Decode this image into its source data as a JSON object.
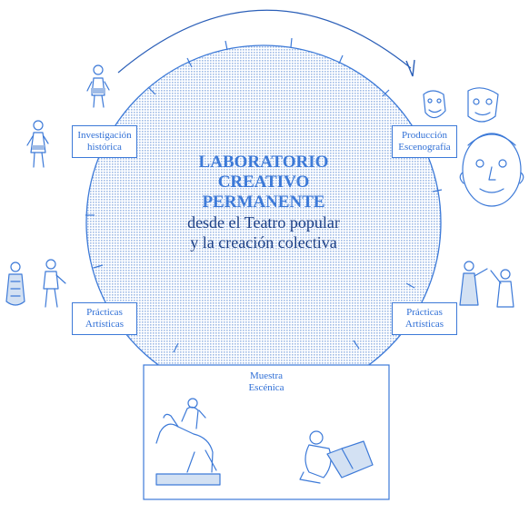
{
  "center": {
    "title_line1": "LABORATORIO",
    "title_line2": "CREATIVO",
    "title_line3": "PERMANENTE",
    "subtitle_line1": "desde el Teatro popular",
    "subtitle_line2": "y la creación colectiva"
  },
  "nodes": {
    "investigacion": {
      "line1": "Investigación",
      "line2": "histórica"
    },
    "produccion": {
      "line1": "Producción",
      "line2": "Escenografía"
    },
    "practicas_left": {
      "line1": "Prácticas",
      "line2": "Artísticas"
    },
    "practicas_right": {
      "line1": "Prácticas",
      "line2": "Artísticas"
    },
    "muestra": {
      "line1": "Muestra",
      "line2": "Escénica"
    }
  },
  "illustrations": [
    "folk-dancer-figure",
    "traditional-costume-figure",
    "carnival-masks",
    "giant-puppet-head",
    "dancing-couple-figures",
    "horse-rider-sculpture",
    "reading-figure-sculpture"
  ],
  "colors": {
    "accent": "#3d7ad8",
    "dark_text": "#1c3f85",
    "circle_fill": "#d3e1f3"
  }
}
